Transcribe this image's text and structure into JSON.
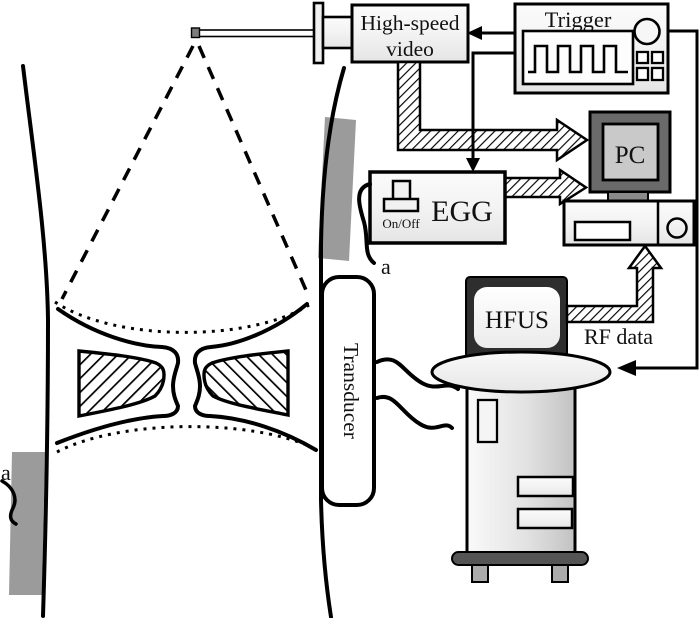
{
  "figure": {
    "title": "high-speed-video-EGG-HFUS laryngeal measurement setup",
    "labels": {
      "high_speed_video_line1": "High-speed",
      "high_speed_video_line2": "video",
      "trigger": "Trigger",
      "pc": "PC",
      "egg": "EGG",
      "on_off": "On/Off",
      "hfus": "HFUS",
      "rf_data": "RF data",
      "transducer": "Transducer",
      "electrode_label_upper": "a",
      "electrode_label_lower": "a"
    },
    "colors": {
      "outline": "#000000",
      "background": "#ffffff",
      "box_fill": "#f2f2f2",
      "pc_frame": "#6a6a6a",
      "pc_screen": "#c9c9c9",
      "hfus_frame": "#2e2e2e",
      "electrode_gray": "#9b9b9b",
      "machine_base": "#555555",
      "monitor_stand": "#8a8a8a"
    },
    "connections": [
      "Trigger -> High-speed video",
      "Trigger -> EGG",
      "Trigger -> ultrasound machine",
      "High-speed video -> PC (striped arrow)",
      "EGG -> PC (striped arrow)",
      "HFUS -> PC: RF data (striped arrow)",
      "Transducer ~ ultrasound machine (cable)",
      "EGG ~ neck electrode a (cable)"
    ]
  }
}
